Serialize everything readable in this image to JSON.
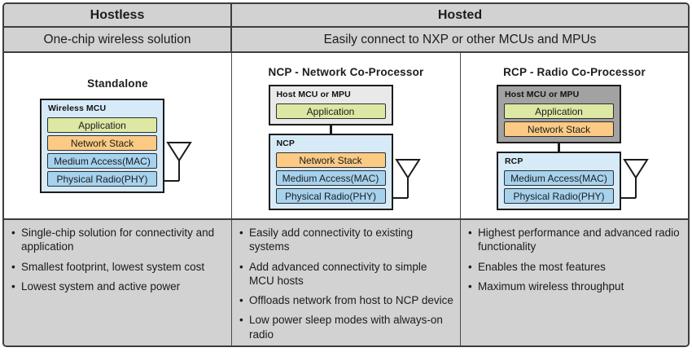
{
  "table": {
    "header": {
      "hostless_title": "Hostless",
      "hosted_title": "Hosted",
      "hostless_subtitle": "One-chip wireless solution",
      "hosted_subtitle": "Easily connect to NXP or other MCUs and MPUs"
    },
    "columns": [
      {
        "title": "Standalone",
        "chips": [
          {
            "label": "Wireless MCU",
            "layers": [
              {
                "text": "Application"
              },
              {
                "text": "Network Stack"
              },
              {
                "text": "Medium Access(MAC)"
              },
              {
                "text": "Physical Radio(PHY)"
              }
            ]
          }
        ],
        "bullets": [
          "Single-chip solution for connectivity and application",
          "Smallest footprint, lowest system cost",
          "Lowest system and active power"
        ]
      },
      {
        "title": "NCP - Network Co-Processor",
        "chips": [
          {
            "label": "Host MCU or MPU",
            "layers": [
              {
                "text": "Application"
              }
            ]
          },
          {
            "label": "NCP",
            "layers": [
              {
                "text": "Network Stack"
              },
              {
                "text": "Medium Access(MAC)"
              },
              {
                "text": "Physical Radio(PHY)"
              }
            ]
          }
        ],
        "bullets": [
          "Easily add connectivity to existing systems",
          "Add advanced connectivity to simple MCU hosts",
          "Offloads network from host to NCP device",
          "Low power sleep modes with always-on radio"
        ]
      },
      {
        "title": "RCP - Radio Co-Processor",
        "chips": [
          {
            "label": "Host MCU or MPU",
            "layers": [
              {
                "text": "Application"
              },
              {
                "text": "Network Stack"
              }
            ]
          },
          {
            "label": "RCP",
            "layers": [
              {
                "text": "Medium Access(MAC)"
              },
              {
                "text": "Physical Radio(PHY)"
              }
            ]
          }
        ],
        "bullets": [
          "Highest performance and advanced radio functionality",
          "Enables the most features",
          "Maximum wireless throughput"
        ]
      }
    ]
  },
  "icons": {
    "antenna": "antenna-icon"
  },
  "colors": {
    "app-green": "#dce8a4",
    "stack-orange": "#fbca85",
    "radio-blue": "#a6d2ee",
    "chip-lightblue": "#d7eaf8",
    "host-lightgray": "#e9e9e9",
    "host-darkgray": "#a2a2a2",
    "cell-gray": "#d2d2d2"
  }
}
